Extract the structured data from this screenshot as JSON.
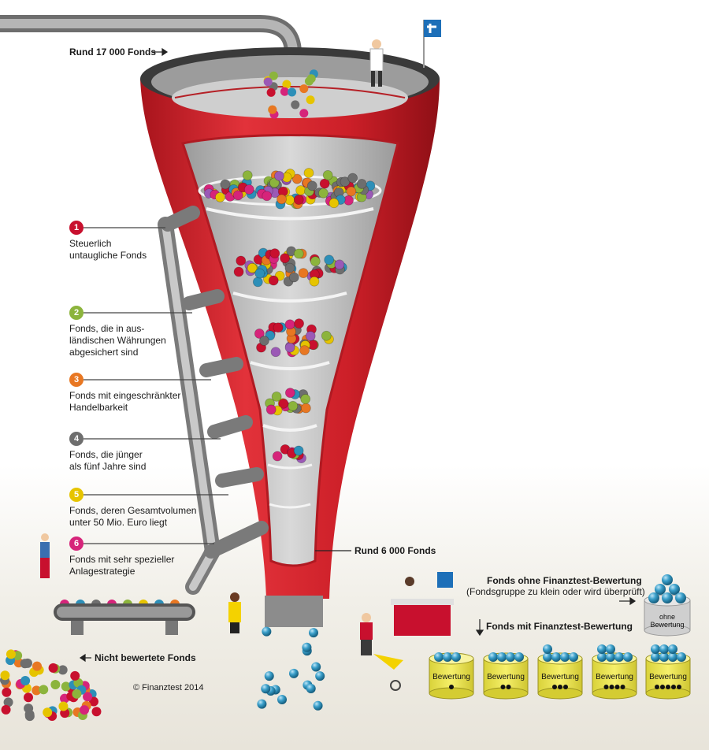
{
  "labels": {
    "top_count": "Rund 17 000 Fonds",
    "bottom_count": "Rund 6 000 Fonds",
    "not_rated": "Nicht bewertete Fonds",
    "copyright": "© Finanztest 2014",
    "without_rating_title": "Fonds ohne Finanztest-Bewertung",
    "without_rating_note": "(Fondsgruppe zu klein oder wird überprüft)",
    "with_rating_title": "Fonds mit Finanztest-Bewertung",
    "without_rating_tub": "ohne Bewertung",
    "tub_label": "Bewertung"
  },
  "criteria": [
    {
      "number": "1",
      "text": "Steuerlich\nuntaugliche Fonds",
      "color": "#c8102e"
    },
    {
      "number": "2",
      "text": "Fonds, die in aus-\nländischen Währungen\nabgesichert sind",
      "color": "#8cb43c"
    },
    {
      "number": "3",
      "text": "Fonds mit eingeschränkter\nHandelbarkeit",
      "color": "#e87722"
    },
    {
      "number": "4",
      "text": "Fonds, die jünger\nals fünf Jahre sind",
      "color": "#6e6e6e"
    },
    {
      "number": "5",
      "text": "Fonds, deren Gesamtvolumen\nunter 50 Mio. Euro liegt",
      "color": "#e6c400"
    },
    {
      "number": "6",
      "text": "Fonds mit sehr spezieller\nAnlagestrategie",
      "color": "#d6247a"
    }
  ],
  "rating_tubs": [
    {
      "dots": 1
    },
    {
      "dots": 2
    },
    {
      "dots": 3
    },
    {
      "dots": 4
    },
    {
      "dots": 5
    }
  ],
  "colors": {
    "funnel_red": "#d0202a",
    "ball_blue": "#2d8fb8",
    "tub_yellow": "#f0ea3c"
  }
}
